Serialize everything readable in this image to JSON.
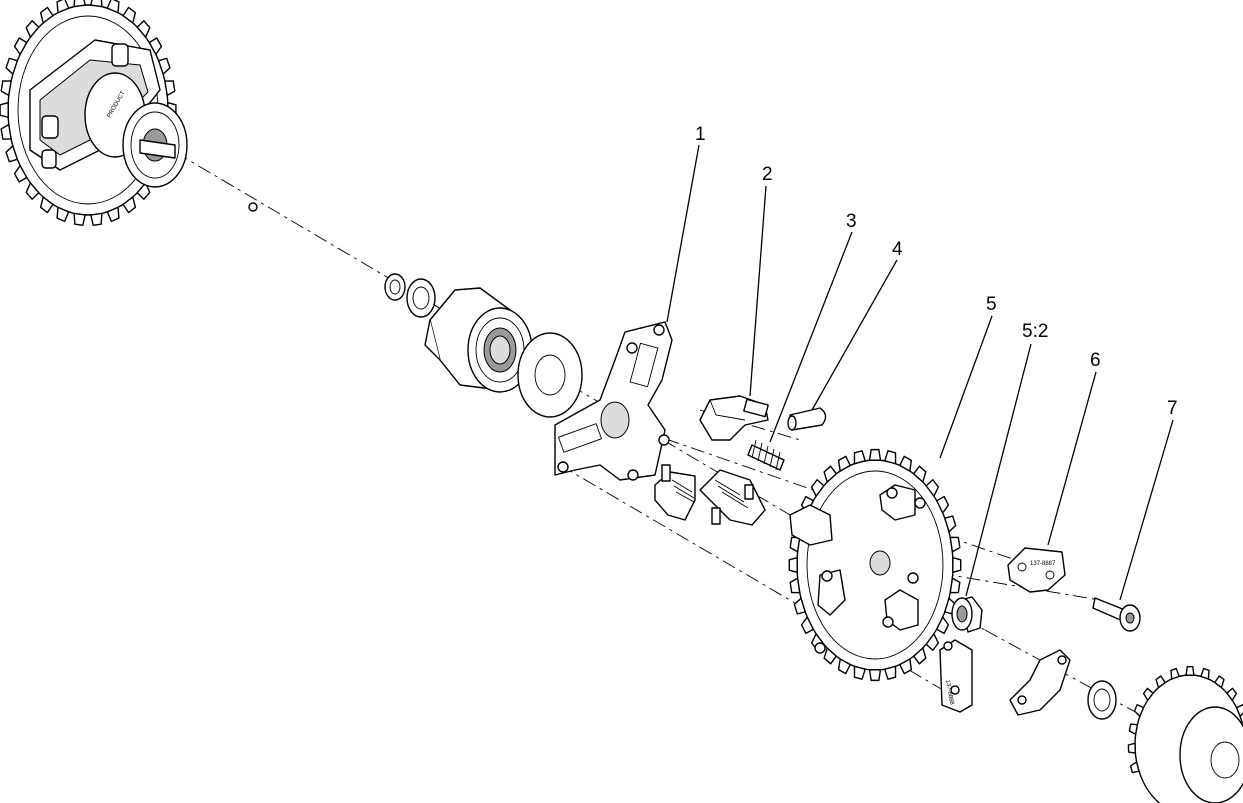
{
  "callouts": [
    {
      "id": "c1",
      "label": "1"
    },
    {
      "id": "c2",
      "label": "2"
    },
    {
      "id": "c3",
      "label": "3"
    },
    {
      "id": "c4",
      "label": "4"
    },
    {
      "id": "c5",
      "label": "5"
    },
    {
      "id": "c5_2",
      "label": "5:2"
    },
    {
      "id": "c6",
      "label": "6"
    },
    {
      "id": "c7",
      "label": "7"
    }
  ],
  "part_markings": {
    "clutch_logo": "PRODUCT",
    "pawl_part_no": "137-8887",
    "plate_part_no": "137-8888"
  }
}
